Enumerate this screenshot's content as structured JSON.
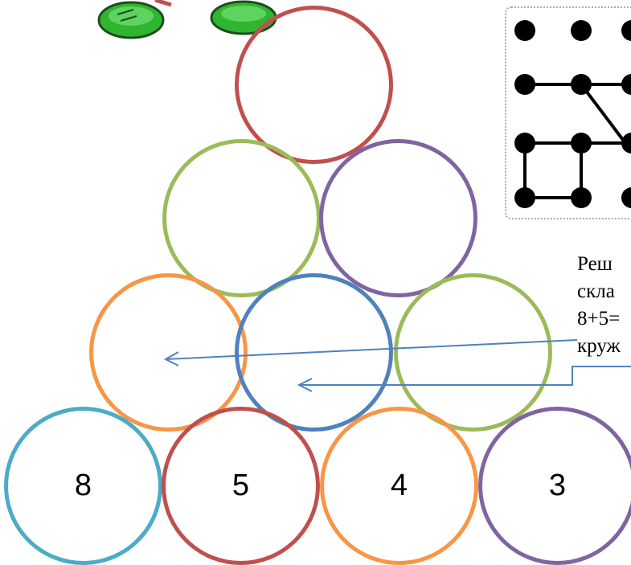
{
  "pyramid": {
    "bottom_row": [
      "8",
      "5",
      "4",
      "3"
    ]
  },
  "colors": {
    "red": "#c0504d",
    "green": "#9bbb59",
    "purple": "#8064a2",
    "orange": "#f79646",
    "blue": "#4f81bd",
    "teal": "#4bacc6"
  },
  "task": {
    "lines": [
      "Реш",
      "скла",
      "8+5=",
      "круж"
    ]
  },
  "icons": {
    "sneakers": "sneakers-icon",
    "dot_grid": "dot-grid-puzzle-icon"
  }
}
